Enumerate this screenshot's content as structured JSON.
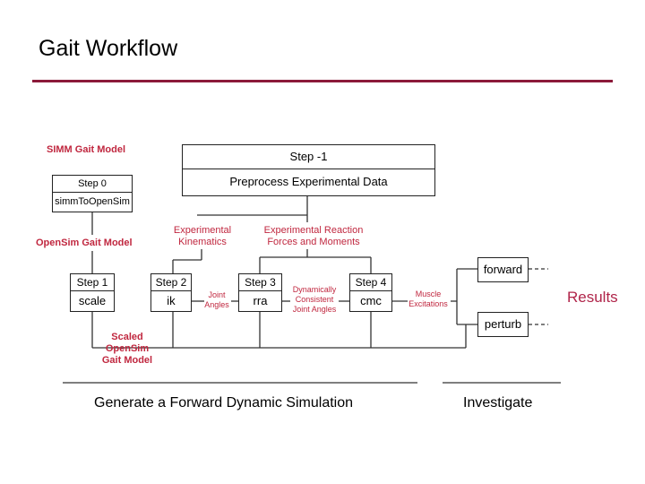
{
  "slide": {
    "title": "Gait Workflow",
    "accent_color": "#8b1a3a"
  },
  "preprocess": {
    "step_label": "Step  -1",
    "description": "Preprocess Experimental Data"
  },
  "left_labels": {
    "simm_model": "SIMM Gait Model",
    "step0": "Step 0",
    "step0_tool": "simmToOpenSim",
    "opensim_model": "OpenSim Gait Model",
    "scaled_line1": "Scaled",
    "scaled_line2": "OpenSim",
    "scaled_line3": "Gait Model"
  },
  "inputs": {
    "exp_kin_line1": "Experimental",
    "exp_kin_line2": "Kinematics",
    "exp_force_line1": "Experimental Reaction",
    "exp_force_line2": "Forces and Moments"
  },
  "steps": [
    {
      "step": "Step 1",
      "tool": "scale"
    },
    {
      "step": "Step 2",
      "tool": "ik"
    },
    {
      "step": "Step 3",
      "tool": "rra"
    },
    {
      "step": "Step 4",
      "tool": "cmc"
    }
  ],
  "connectors": {
    "joint_angles_1": "Joint",
    "joint_angles_2": "Angles",
    "dyn_1": "Dynamically",
    "dyn_2": "Consistent",
    "dyn_3": "Joint Angles",
    "muscle_1": "Muscle",
    "muscle_2": "Excitations"
  },
  "outputs": {
    "forward": "forward",
    "perturb": "perturb",
    "results": "Results",
    "results_color": "#b0254a"
  },
  "footer": {
    "simulate": "Generate a Forward Dynamic Simulation",
    "investigate": "Investigate"
  }
}
